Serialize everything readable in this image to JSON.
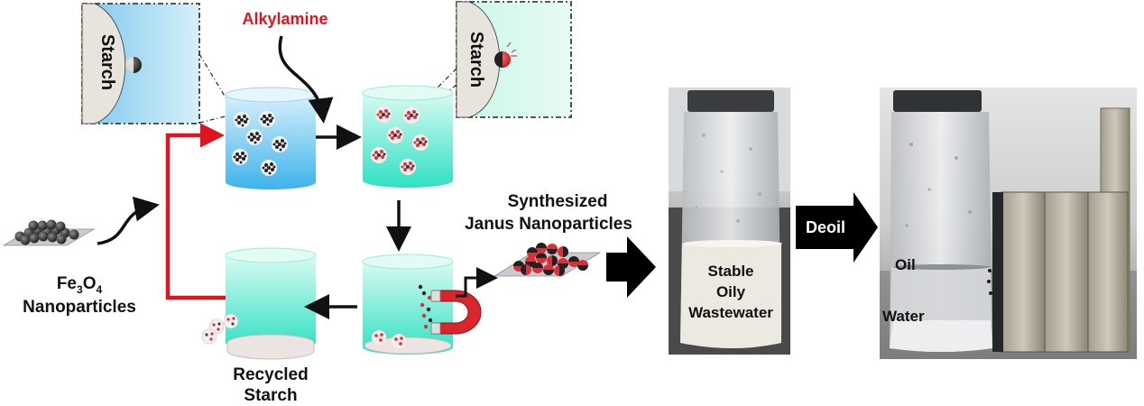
{
  "labels": {
    "starch_inset_left": "Starch",
    "starch_inset_right": "Starch",
    "alkylamine": "Alkylamine",
    "synthesized_line1": "Synthesized",
    "synthesized_line2": "Janus Nanoparticles",
    "fe3o4_prefix": "Fe",
    "fe3o4_sub1": "3",
    "fe3o4_mid": "O",
    "fe3o4_sub2": "4",
    "nanoparticles": "Nanoparticles",
    "recycled_line1": "Recycled",
    "recycled_line2": "Starch",
    "deoil": "Deoil",
    "stable": "Stable",
    "oily": "Oily",
    "wastewater": "Wastewater",
    "oil": "Oil",
    "water": "Water"
  },
  "colors": {
    "recycle_arrow": "#e0141e",
    "process_arrow": "#111111",
    "alkylamine_text": "#e0141e",
    "magnet_red": "#d9252e"
  }
}
